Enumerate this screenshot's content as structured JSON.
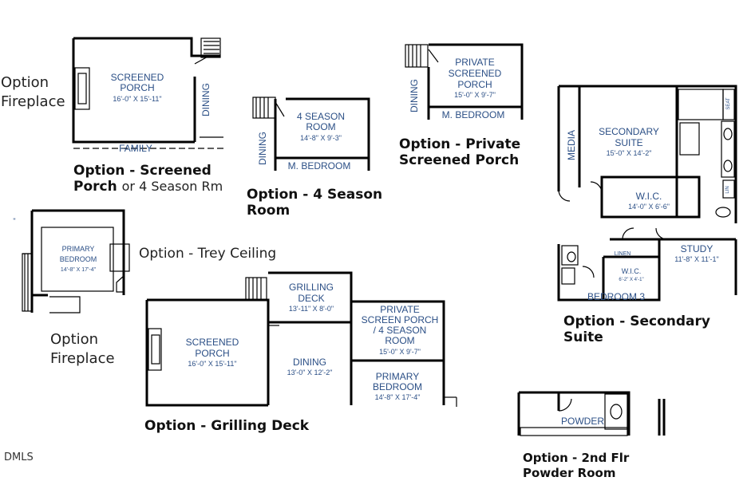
{
  "captions": {
    "fireplace_top_1": "Option",
    "fireplace_top_2": "Fireplace",
    "screened_1": "Option - Screened",
    "screened_2a": "Porch",
    "screened_2b": "or 4 Season Rm",
    "four_season_1": "Option - 4 Season",
    "four_season_2": "Room",
    "private_1": "Option - Private",
    "private_2": "Screened Porch",
    "trey": "Option - Trey Ceiling",
    "fireplace_bottom_1": "Option",
    "fireplace_bottom_2": "Fireplace",
    "grilling": "Option - Grilling Deck",
    "secondary_1": "Option - Secondary",
    "secondary_2": "Suite",
    "powder_1": "Option - 2nd Flr",
    "powder_2": "Powder Room",
    "mls": "DMLS"
  },
  "rooms": {
    "screened_porch_a": {
      "name1": "SCREENED",
      "name2": "PORCH",
      "dim": "16'-0\" X 15'-11\""
    },
    "dining_a": "DINING",
    "family": "FAMILY",
    "season_room": {
      "name1": "4 SEASON",
      "name2": "ROOM",
      "dim": "14'-8\" X 9'-3\""
    },
    "dining_b": "DINING",
    "m_bedroom_a": "M. BEDROOM",
    "private_porch": {
      "name1": "PRIVATE",
      "name2": "SCREENED",
      "name3": "PORCH",
      "dim": "15'-0\" X 9'-7\""
    },
    "dining_c": "DINING",
    "m_bedroom_b": "M. BEDROOM",
    "primary_bedroom_a": {
      "name1": "PRIMARY",
      "name2": "BEDROOM",
      "dim": "14'-8\" X 17'-4\""
    },
    "grilling_deck": {
      "name1": "GRILLING",
      "name2": "DECK",
      "dim": "13'-11\" X 8'-0\""
    },
    "screened_porch_b": {
      "name1": "SCREENED",
      "name2": "PORCH",
      "dim": "16'-0\" X 15'-11\""
    },
    "dining_d": {
      "name": "DINING",
      "dim": "13'-0\" X 12'-2\""
    },
    "private_porch_b": {
      "name1": "PRIVATE",
      "name2": "SCREEN PORCH",
      "name3": "/ 4 SEASON",
      "name4": "ROOM",
      "dim": "15'-0\" X 9'-7\""
    },
    "primary_bedroom_b": {
      "name1": "PRIMARY",
      "name2": "BEDROOM",
      "dim": "14'-8\" X 17'-4\""
    },
    "secondary_suite": {
      "name1": "SECONDARY",
      "name2": "SUITE",
      "dim": "15'-0\" X 14'-2\""
    },
    "media": "MEDIA",
    "wic_a": {
      "name": "W.I.C.",
      "dim": "14'-0\" X 6'-6\""
    },
    "study": {
      "name": "STUDY",
      "dim": "11'-8\" X 11'-1\""
    },
    "linen": "LINEN",
    "wic_b": {
      "name": "W.I.C.",
      "dim": "6'-2\" X 4'-1\""
    },
    "bedroom3": "BEDROOM 3",
    "seat": "SEAT",
    "lin": "LIN",
    "powder": "POWDER"
  }
}
